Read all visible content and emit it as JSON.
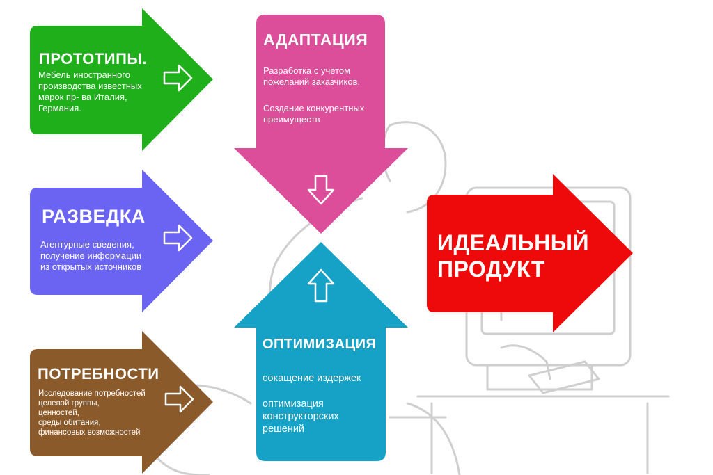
{
  "colors": {
    "green": "#1faf1a",
    "blue": "#6b63f2",
    "brown": "#8b5a2b",
    "pink": "#dd4e9a",
    "cyan": "#16a2c6",
    "red": "#ee0a0a",
    "sketch": "#cfcfcf"
  },
  "blocks": {
    "prototypes": {
      "title": "ПРОТОТИПЫ.",
      "lines": [
        "Мебель иностранного",
        "производства известных",
        "марок пр- ва Италия,",
        "Германия."
      ],
      "icon": "arrow-right-outline-icon"
    },
    "recon": {
      "title": "РАЗВЕДКА",
      "lines": [
        "Агентурные сведения,",
        "получение информации",
        "из открытых источников"
      ],
      "icon": "arrow-right-outline-icon"
    },
    "needs": {
      "title": "ПОТРЕБНОСТИ",
      "lines": [
        "Исследование потребностей",
        "целевой группы,",
        "ценностей,",
        "среды обитания,",
        "финансовых возможностей"
      ],
      "icon": "arrow-right-outline-icon"
    },
    "adaptation": {
      "title": "АДАПТАЦИЯ",
      "para1": [
        "Разработка с учетом",
        "пожеланий заказчиков."
      ],
      "para2": [
        "Создание конкурентных",
        "преимуществ"
      ],
      "icon": "arrow-down-outline-icon"
    },
    "optimization": {
      "title": "ОПТИМИЗАЦИЯ",
      "para1": [
        "сокащение издержек"
      ],
      "para2": [
        "оптимизация",
        "конструкторских",
        "решений"
      ],
      "icon": "arrow-up-outline-icon"
    },
    "ideal": {
      "title": [
        "ИДЕАЛЬНЫЙ",
        "ПРОДУКТ"
      ]
    }
  }
}
